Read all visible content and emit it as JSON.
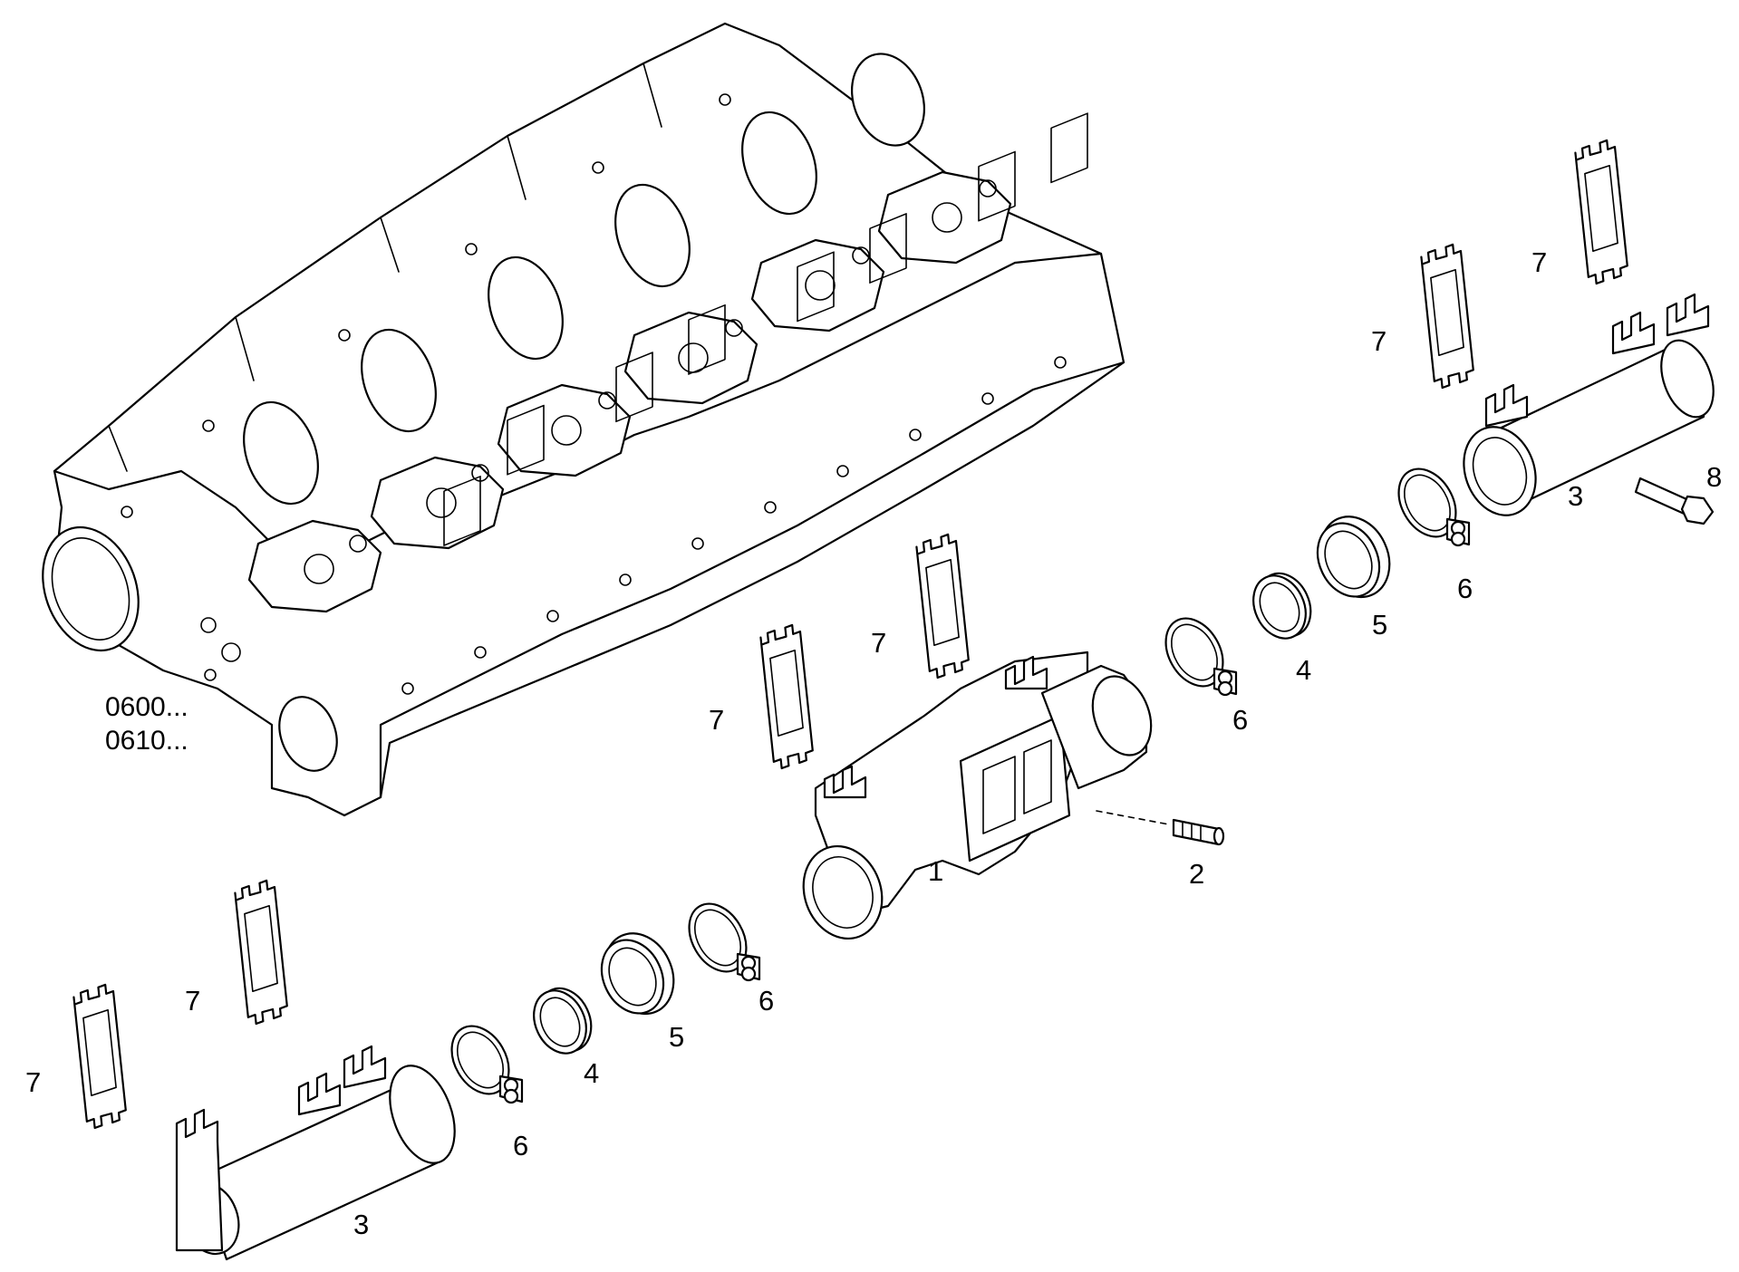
{
  "references": [
    "0600...",
    "0610..."
  ],
  "callouts": {
    "c1": "1",
    "c2": "2",
    "c3a": "3",
    "c3b": "3",
    "c4a": "4",
    "c4b": "4",
    "c5a": "5",
    "c5b": "5",
    "c6a": "6",
    "c6b": "6",
    "c6c": "6",
    "c6d": "6",
    "c7a": "7",
    "c7b": "7",
    "c7c": "7",
    "c7d": "7",
    "c7e": "7",
    "c7f": "7",
    "c8": "8"
  }
}
